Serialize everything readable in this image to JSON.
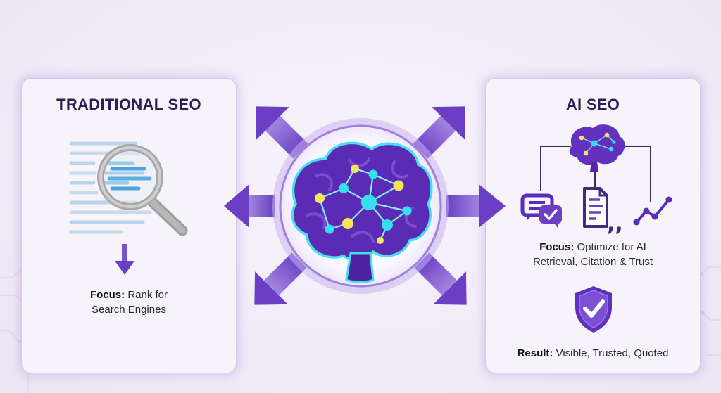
{
  "traditional": {
    "title": "TRADITIONAL SEO",
    "focus_label": "Focus:",
    "focus_line1": "Rank for",
    "focus_line2": "Search Engines"
  },
  "ai": {
    "title": "AI SEO",
    "focus_label": "Focus:",
    "focus_line1": "Optimize for AI",
    "focus_line2": "Retrieval, Citation & Trust",
    "result_label": "Result:",
    "result_text": "Visible, Trusted, Quoted"
  },
  "colors": {
    "accent": "#6a3fc4",
    "accent_light": "#9c78dd",
    "title": "#2c2157",
    "node_cyan": "#35e0ec",
    "node_yellow": "#f3e45a",
    "brain_purple": "#5b2bb6"
  },
  "icons": [
    "document-icon",
    "magnifier-icon",
    "down-arrow-icon",
    "brain-icon",
    "chat-icon",
    "quote-document-icon",
    "trend-icon",
    "shield-check-icon"
  ]
}
